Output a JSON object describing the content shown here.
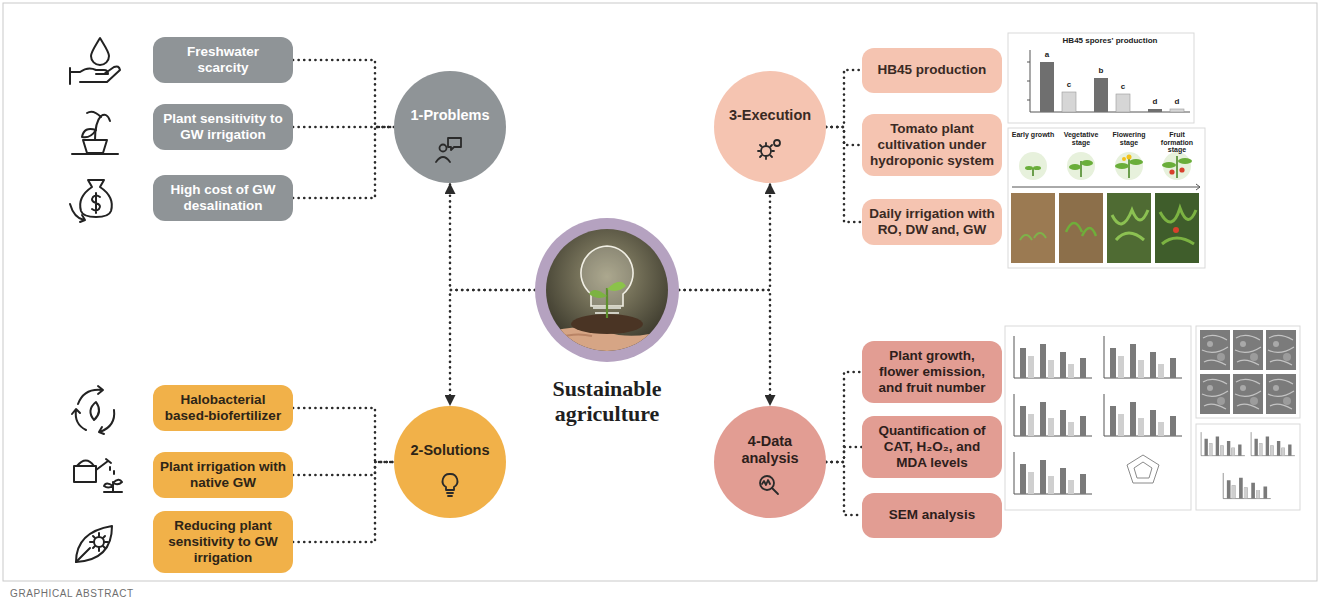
{
  "diagram": {
    "caption": "GRAPHICAL ABSTRACT",
    "nodes": [
      {
        "text": [
          "Freshwater scarcity"
        ]
      },
      {
        "text": [
          "Plant sensitivity to GW irrigation"
        ]
      },
      {
        "text": [
          "High cost of GW desalination"
        ]
      },
      {
        "text": [
          "1-Problems"
        ]
      },
      {
        "text": [
          "3-Execution"
        ]
      },
      {
        "text": [
          "HB45 production"
        ]
      },
      {
        "text": [
          "Tomato plant cultivation under hydroponic system"
        ]
      },
      {
        "text": [
          "Daily irrigation with RO, DW and, GW"
        ]
      },
      {
        "text": [
          "Sustainable agriculture"
        ]
      },
      {
        "text": [
          "Halobacterial based-biofertilizer"
        ]
      },
      {
        "text": [
          "Plant irrigation with native GW"
        ]
      },
      {
        "text": [
          "Reducing plant sensitivity to GW irrigation"
        ]
      },
      {
        "text": [
          "2-Solutions"
        ]
      },
      {
        "text": [
          "4-Data analysis"
        ]
      },
      {
        "text": [
          "Plant growth, flower emission, and fruit number"
        ]
      },
      {
        "text": [
          "Quantification of CAT, H₂O₂, and MDA levels"
        ]
      },
      {
        "text": [
          "SEM analysis"
        ]
      }
    ],
    "edges": [
      {
        "from": 0,
        "to": 3,
        "arrow": "none"
      },
      {
        "from": 1,
        "to": 3,
        "arrow": "none"
      },
      {
        "from": 2,
        "to": 3,
        "arrow": "none"
      },
      {
        "from": 8,
        "to": 3,
        "arrow": "to"
      },
      {
        "from": 4,
        "to": 5,
        "arrow": "none"
      },
      {
        "from": 4,
        "to": 6,
        "arrow": "none"
      },
      {
        "from": 4,
        "to": 7,
        "arrow": "none"
      },
      {
        "from": 8,
        "to": 4,
        "arrow": "to"
      },
      {
        "from": 9,
        "to": 12,
        "arrow": "none"
      },
      {
        "from": 10,
        "to": 12,
        "arrow": "none"
      },
      {
        "from": 11,
        "to": 12,
        "arrow": "none"
      },
      {
        "from": 8,
        "to": 12,
        "arrow": "to"
      },
      {
        "from": 13,
        "to": 14,
        "arrow": "none"
      },
      {
        "from": 13,
        "to": 15,
        "arrow": "none"
      },
      {
        "from": 13,
        "to": 16,
        "arrow": "none"
      },
      {
        "from": 8,
        "to": 13,
        "arrow": "to"
      }
    ],
    "labels": [
      "HB45 spores' production",
      "a",
      "c",
      "b",
      "c",
      "d",
      "d",
      "Early growth",
      "Vegetative stage",
      "Flowering stage",
      "Fruit formation stage"
    ]
  }
}
